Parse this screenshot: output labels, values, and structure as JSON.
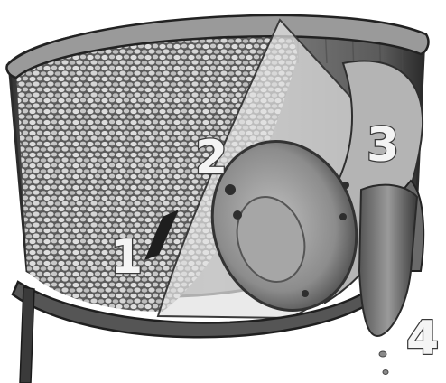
{
  "figure": {
    "callouts": [
      {
        "id": "1",
        "label": "1"
      },
      {
        "id": "2",
        "label": "2"
      },
      {
        "id": "3",
        "label": "3"
      },
      {
        "id": "4",
        "label": "4"
      }
    ],
    "colors": {
      "background": "#ffffff",
      "metal_dark": "#3c3c3c",
      "metal_mid": "#7a7a7a",
      "metal_light": "#c9c9c9",
      "beans": "#d8d8d8",
      "callout_fill": "#f4f4f4",
      "callout_stroke": "#3a3a3a"
    }
  }
}
